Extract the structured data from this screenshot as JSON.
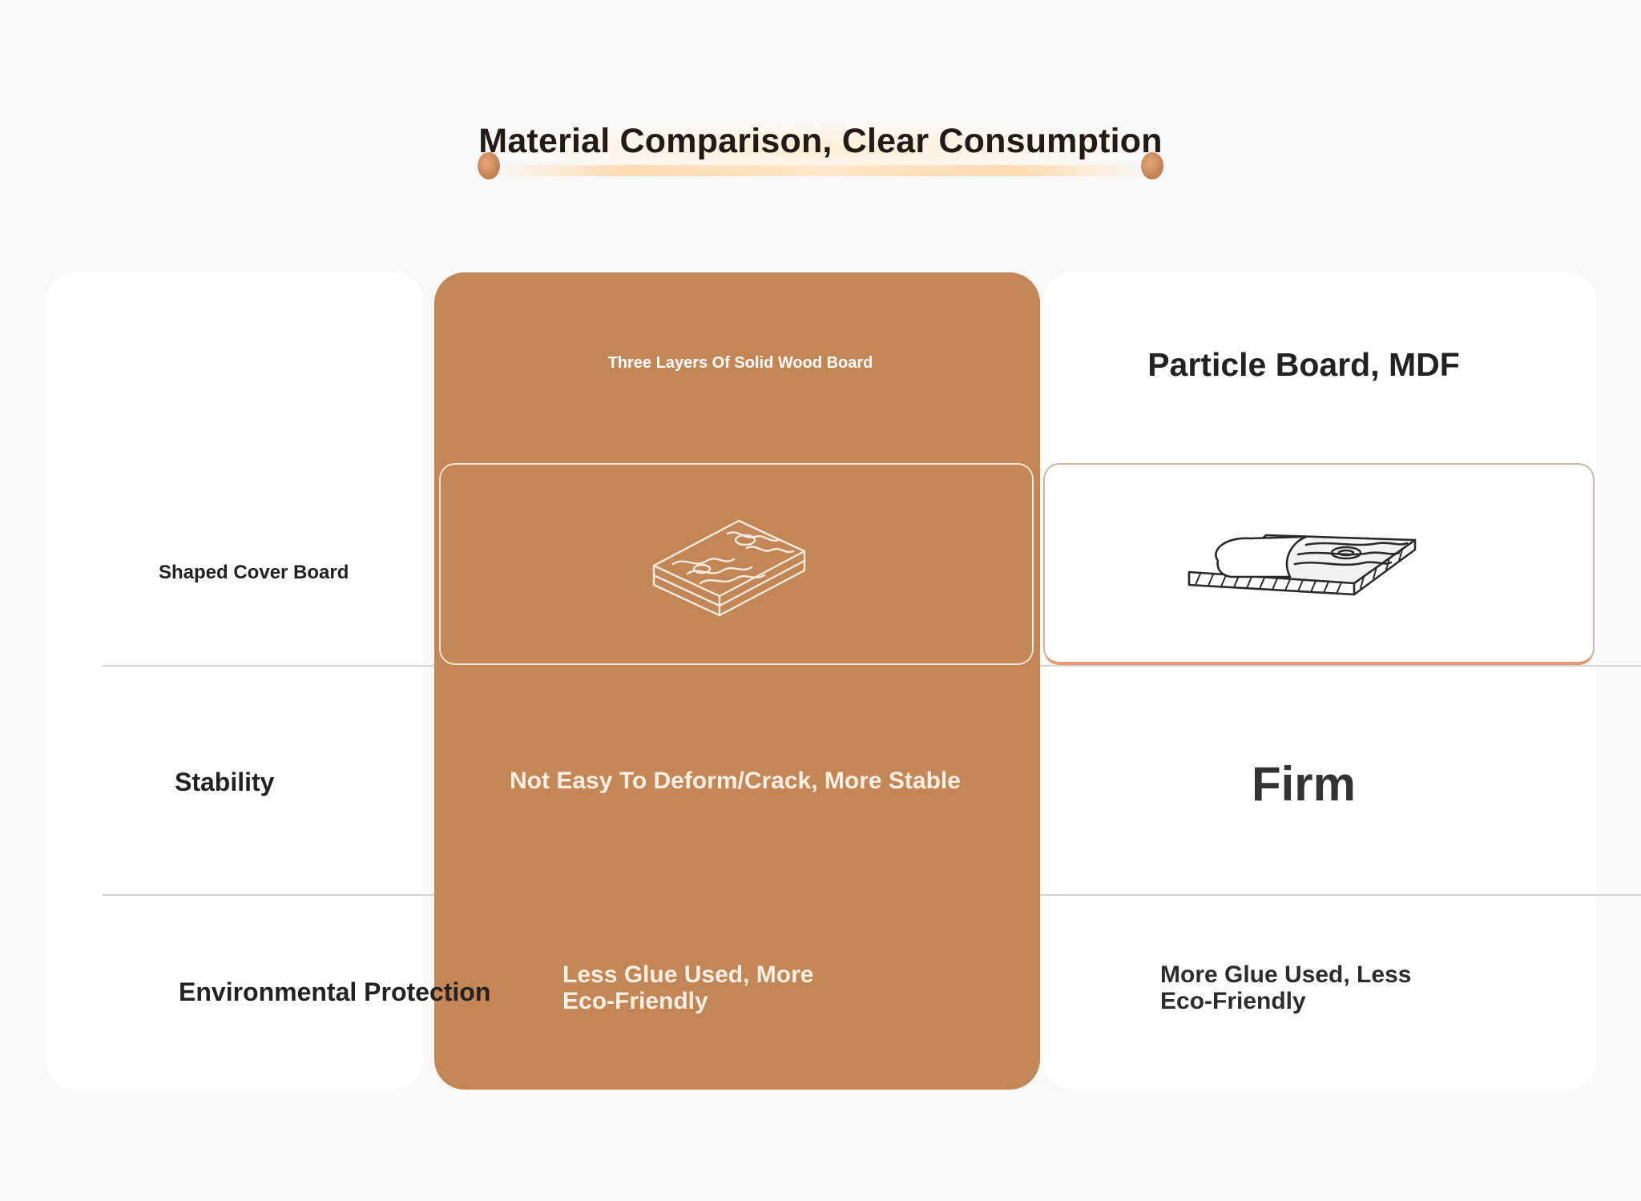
{
  "header": {
    "title": "Material Comparison, Clear Consumption"
  },
  "rows": {
    "board": "Shaped Cover Board",
    "stability": "Stability",
    "env": "Environmental Protection"
  },
  "columns": {
    "highlight": {
      "heading": "Three Layers Of Solid Wood Board",
      "image_icon": "layered-wood-board-icon",
      "stability": "Not Easy To Deform/Crack, More Stable",
      "env": "Less Glue Used, More Eco-Friendly"
    },
    "other": {
      "heading": "Particle Board, MDF",
      "image_icon": "rolled-board-icon",
      "stability": "Firm",
      "env": "More Glue Used, Less Eco-Friendly"
    }
  },
  "colors": {
    "highlight": "#c28657",
    "background": "#f8f8f8",
    "card": "#ffffff",
    "accent": "#e39a6c"
  }
}
